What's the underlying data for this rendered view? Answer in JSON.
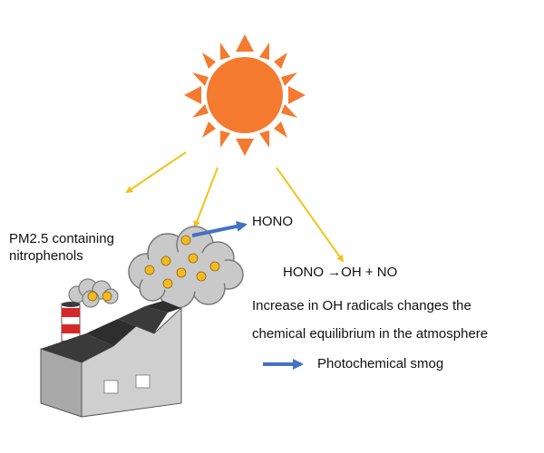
{
  "labels": {
    "pm_line1": "PM2.5 containing",
    "pm_line2": "nitrophenols",
    "hono": "HONO",
    "reaction": "HONO →OH + NO",
    "increase_line1": "Increase in OH radicals changes the",
    "increase_line2": "chemical equilibrium in the atmosphere",
    "smog": "Photochemical smog"
  },
  "icons": [
    "sun-icon",
    "particle-cloud-icon",
    "factory-icon"
  ],
  "colors": {
    "sun": "#f47a30",
    "sun_rays": "#f47a30",
    "sunlight_arrows": "#f2c41b",
    "reaction_arrows": "#4472c4",
    "particles": "#f5b921",
    "cloud": "#c9c9c9",
    "factory_wall": "#cfcfcf",
    "factory_roof": "#3a3a3a",
    "chimney_red": "#d62828"
  }
}
